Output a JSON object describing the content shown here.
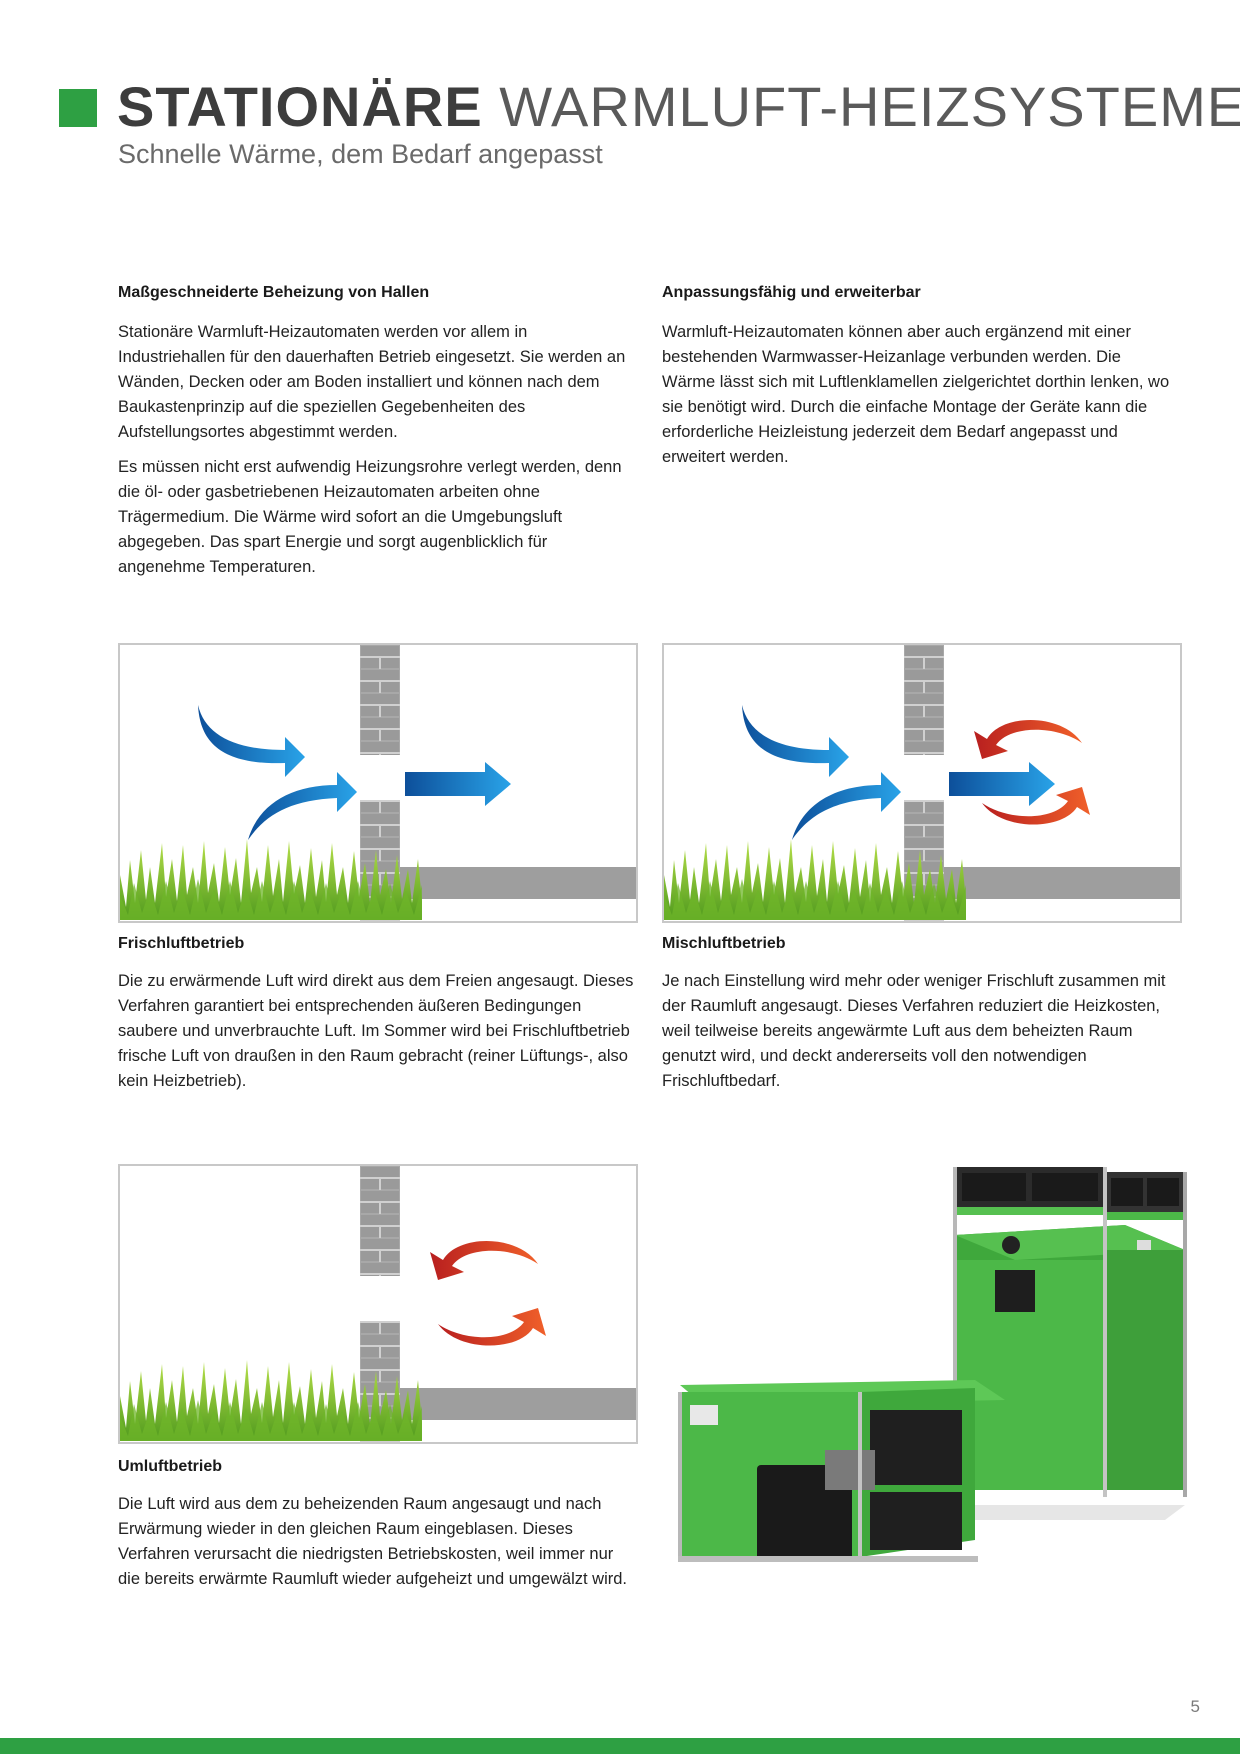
{
  "header": {
    "title_bold": "STATIONÄRE",
    "title_light": "WARMLUFT-HEIZSYSTEME",
    "subtitle": "Schnelle Wärme, dem Bedarf angepasst"
  },
  "sections": {
    "left": {
      "heading": "Maßgeschneiderte Beheizung von Hallen",
      "paragraphs": [
        "Stationäre Warmluft-Heizautomaten werden vor allem in Industriehallen für den dauerhaften Betrieb eingesetzt. Sie werden an Wänden, Decken oder am Boden installiert und können nach dem Baukastenprinzip auf die speziellen Gegebenheiten des Aufstellungsortes abgestimmt werden.",
        "Es müssen nicht erst aufwendig Heizungsrohre verlegt werden, denn die öl- oder gasbetriebenen Heizautomaten arbeiten ohne Trägermedium. Die Wärme wird sofort an die Umgebungsluft abgegeben. Das spart Energie und sorgt augenblicklich für angenehme Temperaturen."
      ]
    },
    "right": {
      "heading": "Anpassungsfähig und erweiterbar",
      "paragraphs": [
        "Warmluft-Heizautomaten können aber auch ergänzend mit einer bestehenden Warmwasser-Heizanlage verbunden werden. Die Wärme lässt sich mit Luftlenklamellen zielgerichtet dorthin lenken, wo sie benötigt wird. Durch die einfache Montage der Geräte kann die erforderliche Heizleistung jederzeit dem Bedarf angepasst und erweitert werden."
      ]
    }
  },
  "modes": [
    {
      "heading": "Frischluftbetrieb",
      "text": "Die zu erwärmende Luft wird direkt aus dem Freien angesaugt. Dieses Verfahren garantiert bei entsprechenden äußeren Bedingungen saubere und unverbrauchte Luft. Im Sommer wird bei Frischluftbetrieb frische Luft von draußen in den Raum gebracht (reiner Lüftungs-, also kein Heizbetrieb)."
    },
    {
      "heading": "Mischluftbetrieb",
      "text": "Je nach Einstellung wird mehr oder weniger Frischluft zusammen mit der Raumluft angesaugt. Dieses Verfahren reduziert die Heizkosten, weil teilweise bereits angewärmte Luft aus dem beheizten Raum genutzt wird, und deckt andererseits voll den notwendigen Frischluftbedarf."
    },
    {
      "heading": "Umluftbetrieb",
      "text": "Die Luft wird aus dem zu beheizenden Raum angesaugt und nach Erwärmung wieder in den gleichen Raum eingeblasen. Dieses Verfahren verursacht die niedrigsten Betriebskosten, weil immer nur die bereits erwärmte Raumluft wieder aufgeheizt und umgewälzt wird."
    }
  ],
  "footer": {
    "page_number": "5"
  },
  "colors": {
    "brand_green": "#2ea043",
    "cold_air_blue": "#1e88d2",
    "warm_air_red": "#e0452a",
    "wall_gray": "#9e9e9e",
    "machine_green": "#4cb848"
  }
}
